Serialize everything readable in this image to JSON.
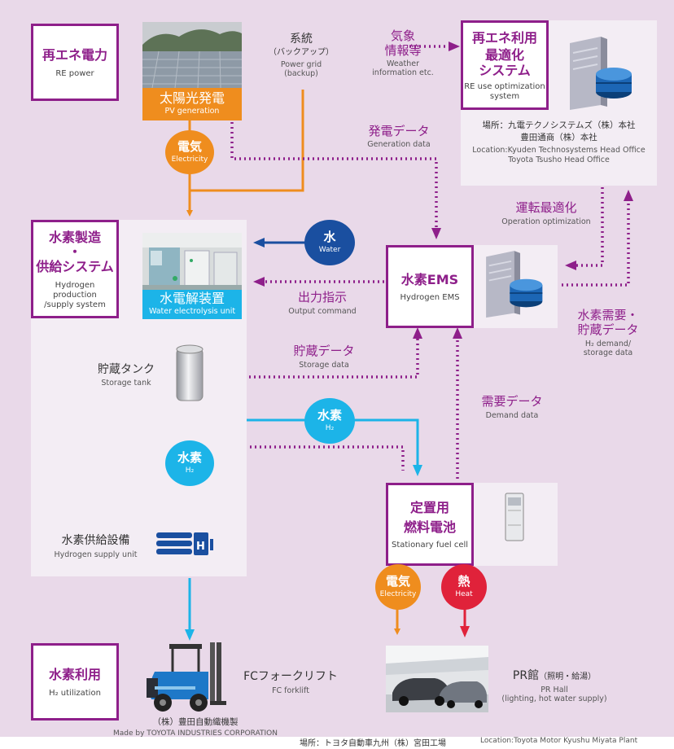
{
  "colors": {
    "background": "#e9d9e9",
    "purple": "#8e1f8a",
    "orange": "#ef8d1e",
    "sky": "#1cb4e8",
    "navy": "#1a4fa0",
    "red": "#e0223a"
  },
  "re_power": {
    "jp": "再エネ電力",
    "en": "RE power"
  },
  "pv": {
    "jp": "太陽光発電",
    "en": "PV generation"
  },
  "grid": {
    "jp1": "系統",
    "jp2": "（バックアップ）",
    "en1": "Power grid",
    "en2": "(backup)"
  },
  "weather": {
    "jp1": "気象",
    "jp2": "情報等",
    "en1": "Weather",
    "en2": "information etc."
  },
  "optimizer": {
    "jp1": "再エネ利用",
    "jp2": "最適化",
    "jp3": "システム",
    "en1": "RE use optimization",
    "en2": "system",
    "loc_jp1": "場所：九電テクノシステムズ（株）本社",
    "loc_jp2": "豊田通商（株）本社",
    "loc_en1": "Location:Kyuden Technosystems Head Office",
    "loc_en2": "Toyota Tsusho Head Office"
  },
  "gen_data": {
    "jp": "発電データ",
    "en": "Generation data"
  },
  "electricity_top": {
    "jp": "電気",
    "en": "Electricity"
  },
  "op_opt": {
    "jp": "運転最適化",
    "en": "Operation optimization"
  },
  "h2_production": {
    "jp1": "水素製造",
    "dot": "・",
    "jp2": "供給システム",
    "en1": "Hydrogen production",
    "en2": "/supply system"
  },
  "water": {
    "jp": "水",
    "en": "Water"
  },
  "electrolysis": {
    "jp": "水電解装置",
    "en": "Water electrolysis unit"
  },
  "h2_ems": {
    "jp": "水素EMS",
    "en": "Hydrogen EMS"
  },
  "output_cmd": {
    "jp": "出力指示",
    "en": "Output command"
  },
  "h2_demand_storage": {
    "jp1": "水素需要・",
    "jp2": "貯蔵データ",
    "en1": "H₂ demand/",
    "en2": "storage data"
  },
  "storage_tank": {
    "jp": "貯蔵タンク",
    "en": "Storage tank"
  },
  "storage_data": {
    "jp": "貯蔵データ",
    "en": "Storage data"
  },
  "h2_circle_right": {
    "jp": "水素",
    "en": "H₂"
  },
  "demand_data": {
    "jp": "需要データ",
    "en": "Demand data"
  },
  "h2_circle_left": {
    "jp": "水素",
    "en": "H₂"
  },
  "supply_unit": {
    "jp": "水素供給設備",
    "en": "Hydrogen supply unit"
  },
  "fuel_cell": {
    "jp1": "定置用",
    "jp2": "燃料電池",
    "en": "Stationary fuel cell"
  },
  "electricity_bottom": {
    "jp": "電気",
    "en": "Electricity"
  },
  "heat": {
    "jp": "熱",
    "en": "Heat"
  },
  "h2_use": {
    "jp": "水素利用",
    "en": "H₂ utilization"
  },
  "forklift": {
    "jp": "FCフォークリフト",
    "en": "FC forklift",
    "maker_jp": "（株）豊田自動織機製",
    "maker_en": "Made by TOYOTA INDUSTRIES CORPORATION"
  },
  "pr_hall": {
    "jp": "PR館",
    "jp_note": "（照明・給湯）",
    "en1": "PR Hall",
    "en2": "(lighting, hot water supply)",
    "loc_jp": "場所：トヨタ自動車九州（株）宮田工場",
    "loc_en": "Location:Toyota Motor Kyushu Miyata Plant"
  }
}
